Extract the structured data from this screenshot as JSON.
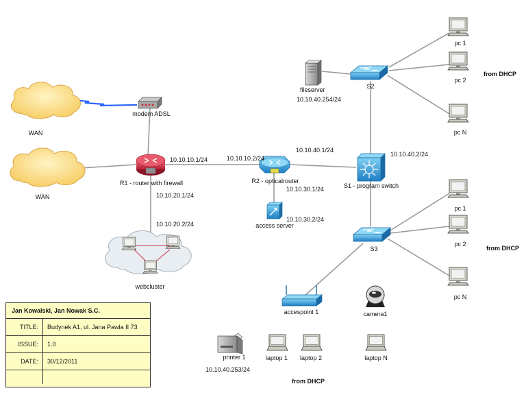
{
  "labels": {
    "wan_top": "WAN",
    "wan_mid": "WAN",
    "modem": "modem ADSL",
    "router1": "R1 - router with firewall",
    "router1_ip_right": "10.10.10.1/24",
    "router1_ip_down": "10.10.20.1/24",
    "webcluster_ip": "10.10.20.2/24",
    "webcluster": "webcluster",
    "router2_ip_left": "10.10.10.2/24",
    "router2": "R2 - opticalrouter",
    "router2_ip_down": "10.10.30.1/24",
    "access_server_ip": "10.10.30.2/24",
    "access_server": "access server",
    "router2_ip_right": "10.10.40.1/24",
    "s1_ip": "10.10.40.2/24",
    "s1": "S1 - program switch",
    "fileserver": "fileserver",
    "fileserver_ip": "10.10.40.254/24",
    "s2": "S2",
    "s2_pc1": "pc 1",
    "s2_pc2": "pc 2",
    "s2_pcn": "pc N",
    "s2_dhcp": "from DHCP",
    "s3": "S3",
    "s3_pc1": "pc 1",
    "s3_pc2": "pc 2",
    "s3_pcn": "pc N",
    "s3_dhcp": "from DHCP",
    "accesspoint": "accespoint 1",
    "camera": "camera1",
    "printer": "printer 1",
    "printer_ip": "10.10.40.253/24",
    "laptop1": "laptop 1",
    "laptop2": "laptop 2",
    "laptopn": "laptop N",
    "bottom_dhcp": "from DHCP"
  },
  "title_block": {
    "header": "Jan Kowalski, Jan Nowak S.C.",
    "title_key": "TITLE:",
    "title_value": "Budynek A1, ul. Jana Pawla II 73",
    "issue_key": "ISSUE:",
    "issue_value": "1.0",
    "date_key": "DATE:",
    "date_value": "30/12/2011"
  },
  "colors": {
    "link": "#9a9a9a",
    "wireless": "#2b66ff",
    "cloud": "#ffe38a",
    "cluster_cloud": "#e9eef3",
    "router_red": "#d2364a",
    "device_blue": "#3aa3dc",
    "title_bg": "#fdfdc4"
  }
}
